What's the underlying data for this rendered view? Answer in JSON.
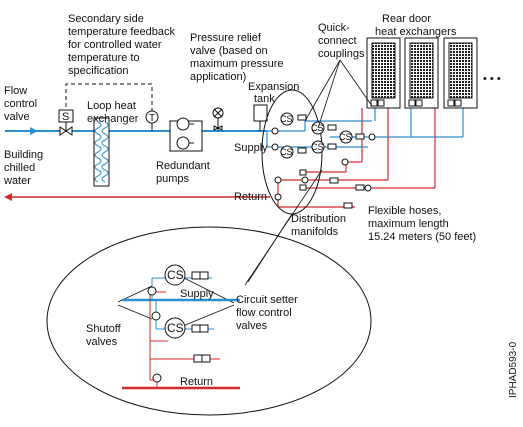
{
  "labels": {
    "flow_control_valve": [
      "Flow",
      "control",
      "valve"
    ],
    "secondary_feedback": [
      "Secondary side",
      "temperature feedback",
      "for controlled water",
      "temperature to",
      "specification"
    ],
    "loop_heat_exchanger": [
      "Loop heat",
      "exchanger"
    ],
    "building_chilled_water": [
      "Building",
      "chilled",
      "water"
    ],
    "redundant_pumps": [
      "Redundant",
      "pumps"
    ],
    "pressure_relief": [
      "Pressure relief",
      "valve (based on",
      "maximum pressure",
      "application)"
    ],
    "expansion_tank": [
      "Expansion",
      "tank"
    ],
    "quick_connect": [
      "Quick-",
      "connect",
      "couplings"
    ],
    "rear_door": "Rear door",
    "heat_exchangers": "heat exchangers",
    "supply": "Supply",
    "return": "Return",
    "distribution_manifolds": [
      "Distribution",
      "manifolds"
    ],
    "flexible_hoses": [
      "Flexible hoses,",
      "maximum length",
      "15.24 meters (50 feet)"
    ],
    "shutoff_valves": [
      "Shutoff",
      "valves"
    ],
    "circuit_setter": [
      "Circuit setter",
      "flow control",
      "valves"
    ],
    "zoom_supply": "Supply",
    "zoom_return": "Return",
    "ellipsis": "• • •",
    "figure_id": "IPHAD593-0",
    "s_symbol": "S",
    "t_symbol": "T",
    "cs_symbol": "CS"
  },
  "colors": {
    "supply_line": "#2a8fd0",
    "return_line": "#d42a2a",
    "ink": "#111111"
  }
}
